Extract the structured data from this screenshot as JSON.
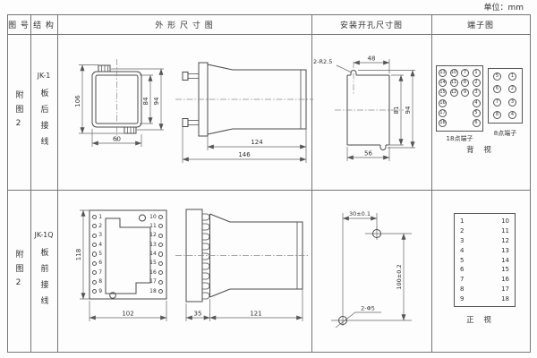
{
  "unit_label": "单位：mm",
  "headers": {
    "fig_no": "图 号",
    "structure": "结 构",
    "outline": "外 形 尺 寸 图",
    "mounting": "安装开孔尺寸图",
    "terminal": "端子图"
  },
  "rows": [
    {
      "fig_no": "附图2",
      "model": "JK-1",
      "wiring": "板后接线",
      "front": {
        "height_total": "106",
        "height_inner": "84",
        "height_outer": "94",
        "width": "60"
      },
      "side": {
        "body_len": "124",
        "total_len": "146"
      },
      "mounting": {
        "slot_label": "2-R2.5",
        "top_width": "48",
        "cutout_height": "81",
        "total_height": "94",
        "bottom_width": "56"
      },
      "terminal18": {
        "label": "18点端子",
        "c1": [
          "13",
          "14",
          "15",
          "16",
          "17",
          "18"
        ],
        "c2": [
          "10",
          "11",
          "12"
        ],
        "c3": [
          "7",
          "8",
          "9"
        ],
        "c4": [
          "1",
          "2",
          "3",
          "4",
          "5",
          "6"
        ]
      },
      "terminal8": {
        "label": "8点端子",
        "c1": [
          "5",
          "6",
          "7",
          "8"
        ],
        "c2": [
          "1",
          "2",
          "3",
          "4"
        ]
      },
      "view_label": "背 视"
    },
    {
      "fig_no": "附图2",
      "model": "JK-1Q",
      "wiring": "板前接线",
      "front": {
        "height": "118",
        "width": "102",
        "left_terminals": [
          "1",
          "2",
          "3",
          "4",
          "5",
          "6",
          "7",
          "8",
          "9"
        ],
        "right_terminals": [
          "10",
          "11",
          "12",
          "13",
          "14",
          "15",
          "16",
          "17",
          "18"
        ]
      },
      "side": {
        "flange_len": "35",
        "body_len": "121"
      },
      "mounting": {
        "h_dim": "30±0.1",
        "v_dim": "100±0.2",
        "hole_label": "2-Φ5"
      },
      "terminal": {
        "left": [
          "1",
          "2",
          "3",
          "4",
          "5",
          "6",
          "7",
          "8",
          "9"
        ],
        "right": [
          "10",
          "11",
          "12",
          "13",
          "14",
          "15",
          "16",
          "17",
          "18"
        ]
      },
      "view_label": "正 视"
    }
  ]
}
